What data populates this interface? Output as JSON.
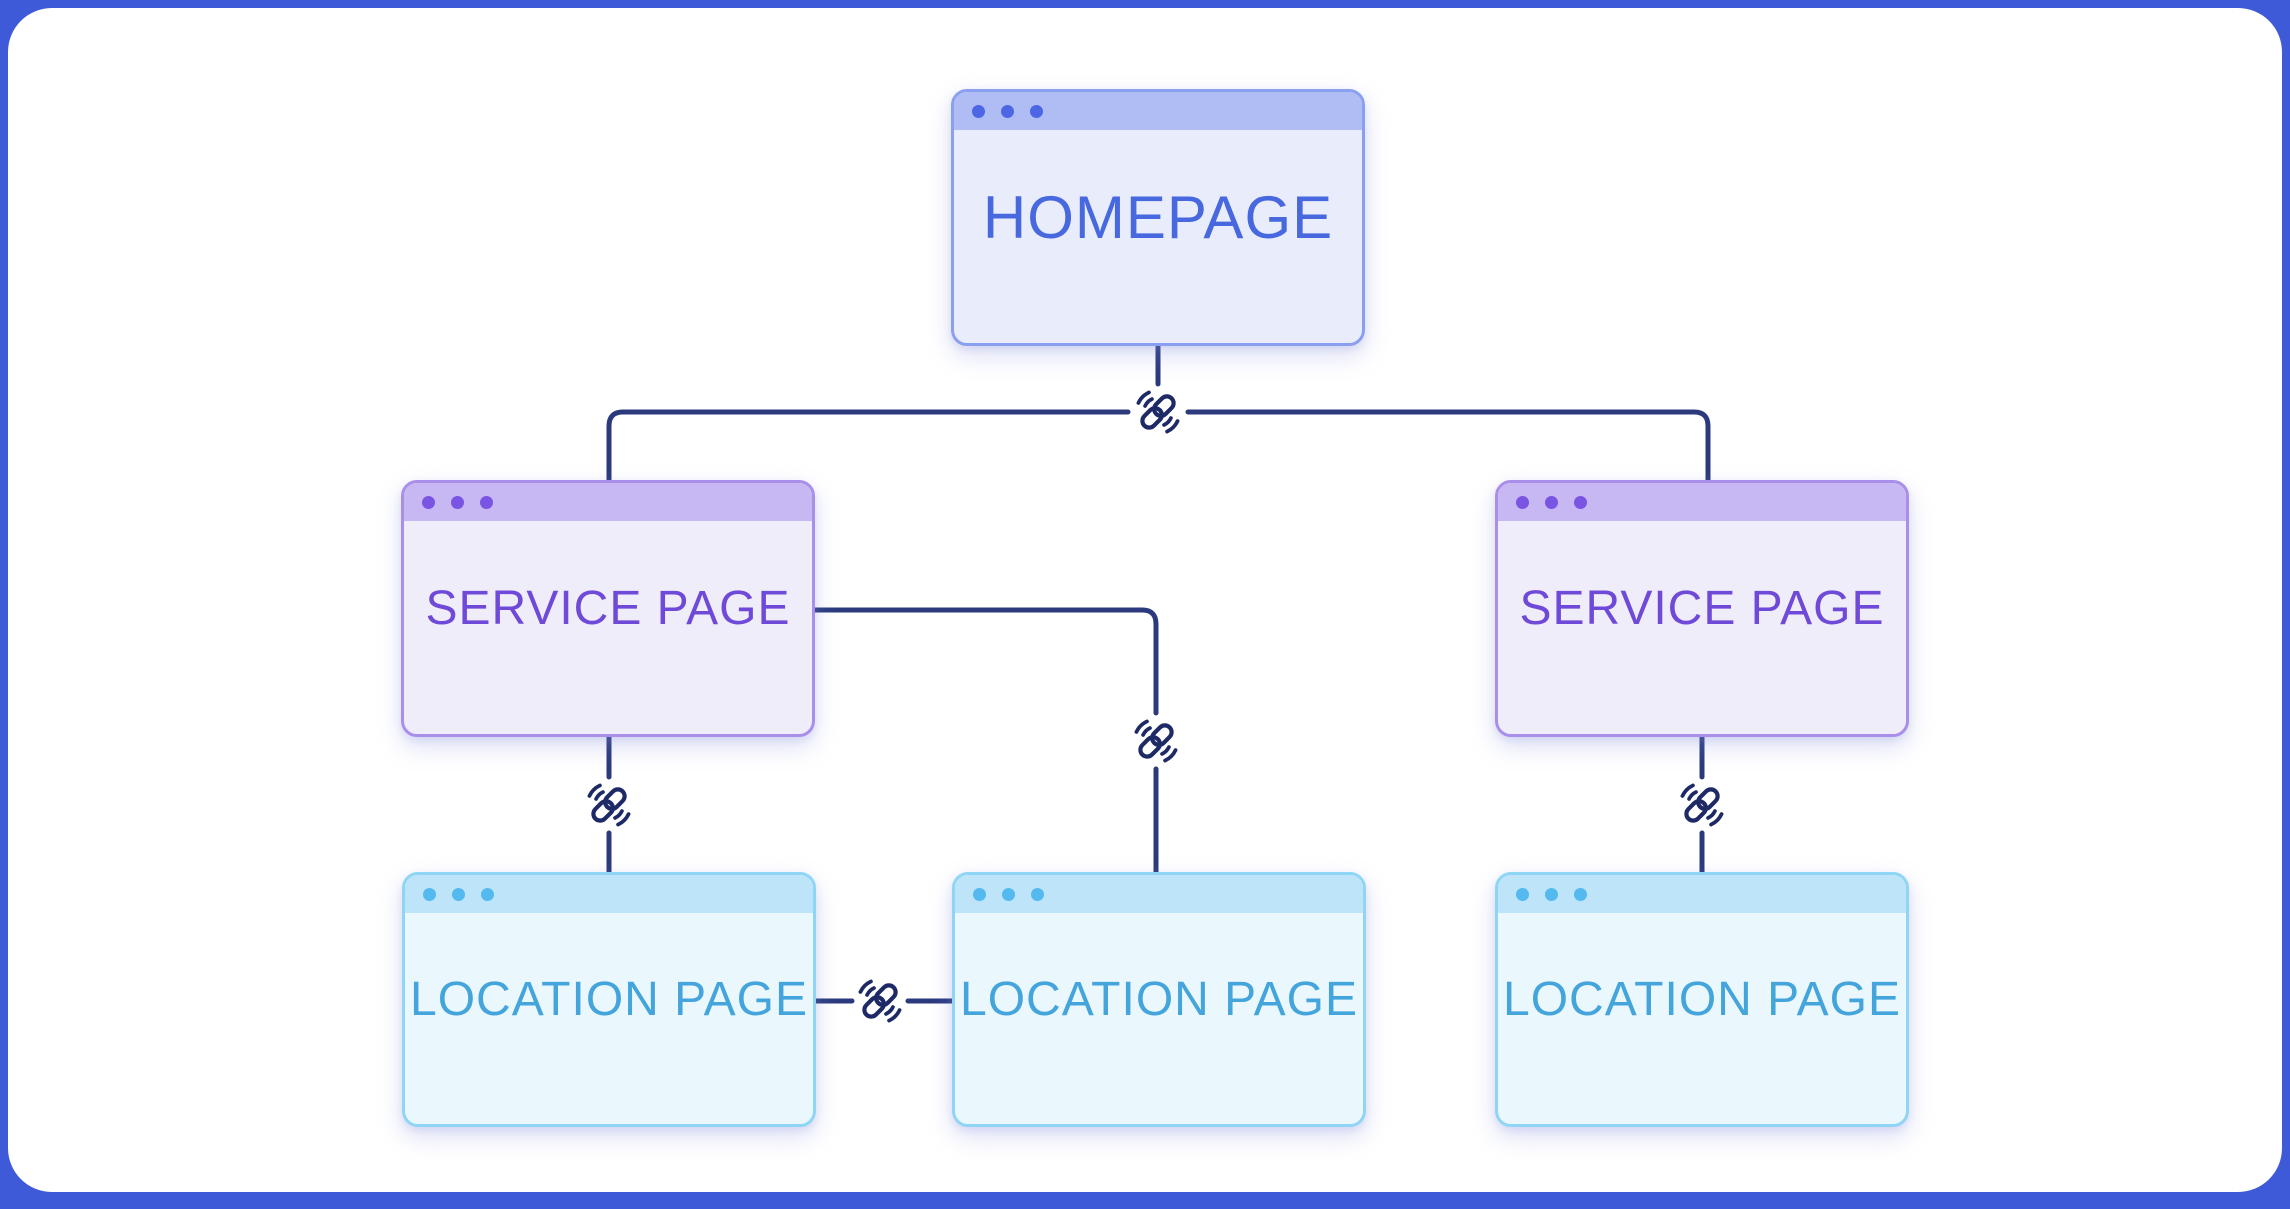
{
  "frame": {
    "background": "#3E5AD9",
    "card_background": "#FFFFFF"
  },
  "themes": {
    "blue": {
      "border": "#8B9FF0",
      "header": "#AFBDF4",
      "body": "#E9EDFB",
      "dot": "#4C66E6",
      "text": "#4768DE"
    },
    "purple": {
      "border": "#A98FE9",
      "header": "#C7B7F3",
      "body": "#F0EDFA",
      "dot": "#7A54E2",
      "text": "#6F49D8"
    },
    "cyan": {
      "border": "#8FD5F5",
      "header": "#BEE4F9",
      "body": "#EAF7FD",
      "dot": "#54B9EF",
      "text": "#44A4DC"
    }
  },
  "connector": {
    "line_color": "#2B3A7D",
    "icon": "chain-link-icon",
    "icon_color": "#1D2A66"
  },
  "nodes": {
    "homepage": {
      "label": "HOMEPAGE",
      "type": "browser-window",
      "theme": "blue"
    },
    "service_left": {
      "label": "SERVICE PAGE",
      "type": "browser-window",
      "theme": "purple"
    },
    "service_right": {
      "label": "SERVICE PAGE",
      "type": "browser-window",
      "theme": "purple"
    },
    "location_left": {
      "label": "LOCATION PAGE",
      "type": "browser-window",
      "theme": "cyan"
    },
    "location_middle": {
      "label": "LOCATION PAGE",
      "type": "browser-window",
      "theme": "cyan"
    },
    "location_right": {
      "label": "LOCATION PAGE",
      "type": "browser-window",
      "theme": "cyan"
    }
  },
  "edges": [
    {
      "from": "homepage",
      "to": "service_left",
      "icon": "chain-link-icon"
    },
    {
      "from": "homepage",
      "to": "service_right",
      "icon": "chain-link-icon"
    },
    {
      "from": "service_left",
      "to": "location_left",
      "icon": "chain-link-icon"
    },
    {
      "from": "service_left",
      "to": "location_middle",
      "icon": "chain-link-icon"
    },
    {
      "from": "service_right",
      "to": "location_right",
      "icon": "chain-link-icon"
    },
    {
      "from": "location_left",
      "to": "location_middle",
      "icon": "chain-link-icon"
    }
  ]
}
